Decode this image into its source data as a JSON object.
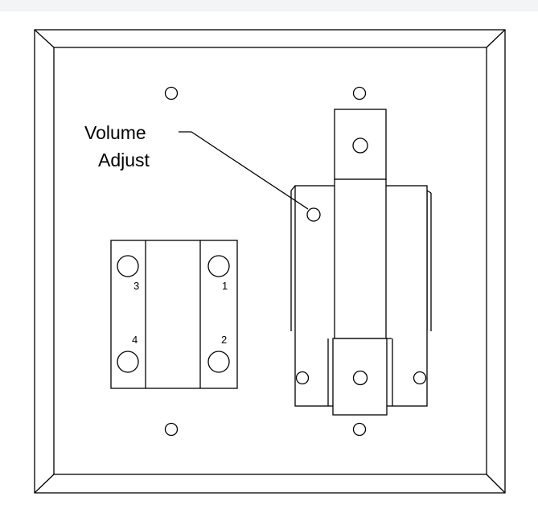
{
  "callout": {
    "line1": "Volume",
    "line2": "Adjust"
  },
  "terminals": {
    "t1": "1",
    "t2": "2",
    "t3": "3",
    "t4": "4"
  }
}
